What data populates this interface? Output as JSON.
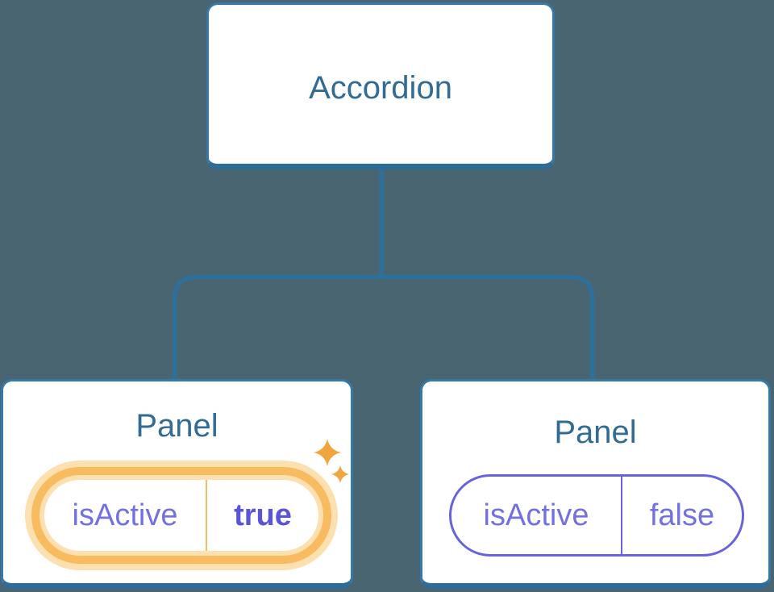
{
  "title": "Accordion component tree diagram",
  "tree": {
    "root": {
      "label": "Accordion"
    },
    "children": [
      {
        "label": "Panel",
        "prop_name": "isActive",
        "prop_value": "true",
        "highlighted": true,
        "icon": "sparkle-icon"
      },
      {
        "label": "Panel",
        "prop_name": "isActive",
        "prop_value": "false",
        "highlighted": false
      }
    ]
  },
  "colors": {
    "background": "#4A6572",
    "node-fill": "#FFFFFF",
    "node-border": "#3579A8",
    "node-border-bottom": "#2D6B99",
    "connector": "#2D709C",
    "heading-text": "#326C94",
    "prop-text": "#7370E2",
    "prop-value-active": "#5A55D8",
    "prop-border-inactive": "#6763DE",
    "active-ring": "#F8BB60",
    "active-glow": "#FCE0B0",
    "active-divider": "#F8BC66",
    "sparkle": "#F1A53E"
  }
}
